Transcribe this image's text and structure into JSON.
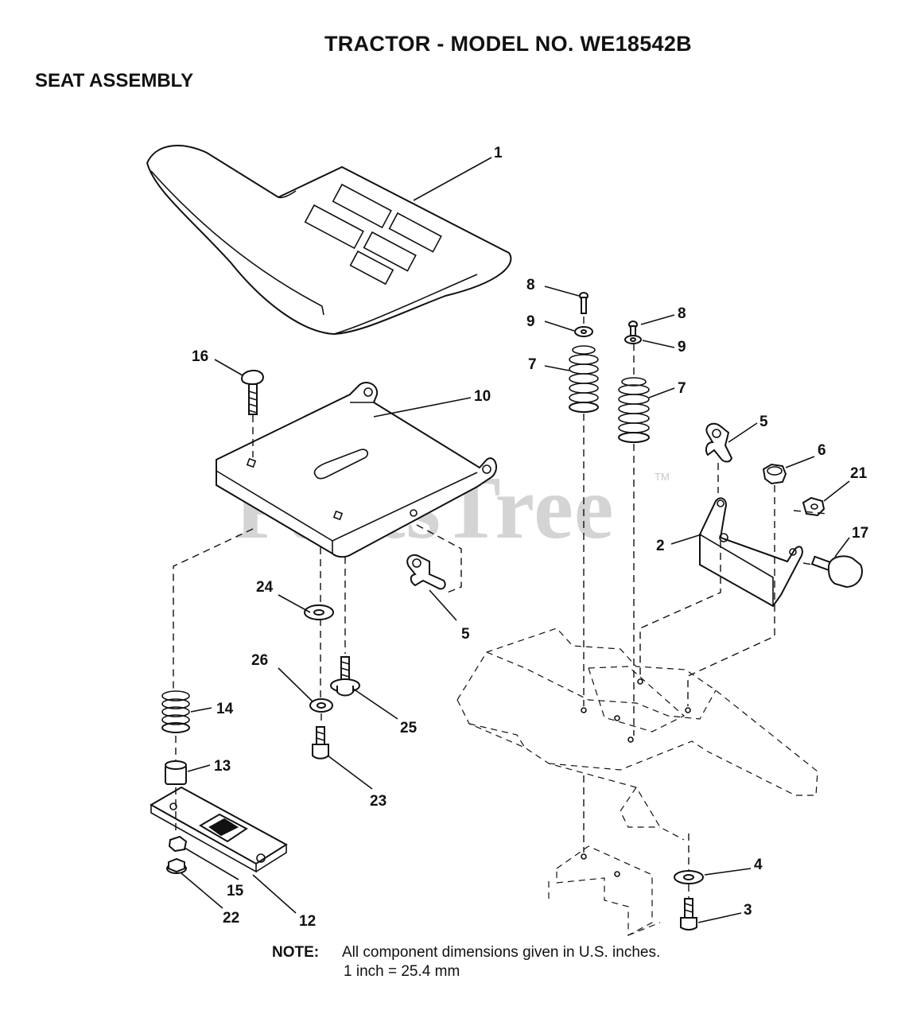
{
  "header": {
    "title": "TRACTOR - MODEL NO. WE18542B",
    "section": "SEAT ASSEMBLY"
  },
  "watermark": {
    "text": "PartsTree",
    "trademark": "TM"
  },
  "note": {
    "label": "NOTE:",
    "line1": "All component dimensions given in U.S. inches.",
    "line2": "1 inch = 25.4 mm"
  },
  "callouts": [
    {
      "id": "seat",
      "label": "1"
    },
    {
      "id": "bracket-2",
      "label": "2"
    },
    {
      "id": "bolt-3",
      "label": "3"
    },
    {
      "id": "washer-4",
      "label": "4"
    },
    {
      "id": "clip-5-right",
      "label": "5"
    },
    {
      "id": "clip-5-left",
      "label": "5"
    },
    {
      "id": "nut-6",
      "label": "6"
    },
    {
      "id": "spring-7-left",
      "label": "7"
    },
    {
      "id": "spring-7-right",
      "label": "7"
    },
    {
      "id": "screw-8-left",
      "label": "8"
    },
    {
      "id": "screw-8-right",
      "label": "8"
    },
    {
      "id": "washer-9-left",
      "label": "9"
    },
    {
      "id": "washer-9-right",
      "label": "9"
    },
    {
      "id": "seat-pan",
      "label": "10"
    },
    {
      "id": "slide-12",
      "label": "12"
    },
    {
      "id": "nut-13",
      "label": "13"
    },
    {
      "id": "carriage-bolt-14",
      "label": "14"
    },
    {
      "id": "spacer-15",
      "label": "15"
    },
    {
      "id": "spring-16",
      "label": "16"
    },
    {
      "id": "nut-17",
      "label": "17"
    },
    {
      "id": "knob-21",
      "label": "21"
    },
    {
      "id": "nut-22",
      "label": "22"
    },
    {
      "id": "bolt-23",
      "label": "23"
    },
    {
      "id": "washer-24",
      "label": "24"
    },
    {
      "id": "bolt-25",
      "label": "25"
    },
    {
      "id": "washer-26",
      "label": "26"
    }
  ]
}
